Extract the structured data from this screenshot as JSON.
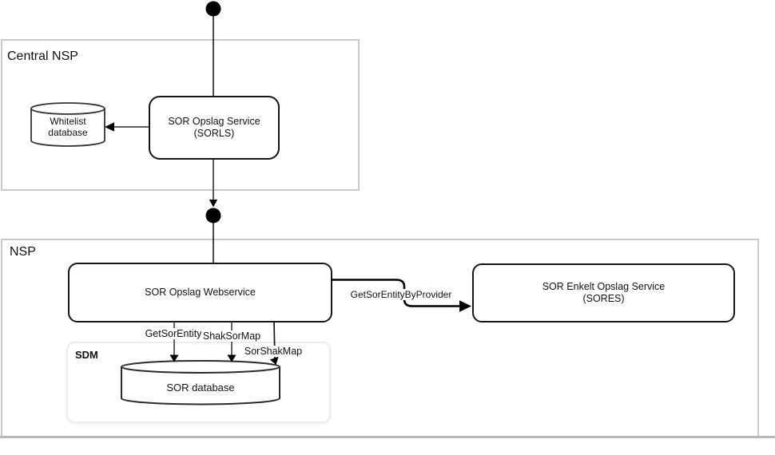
{
  "diagram": {
    "containers": {
      "central_nsp": {
        "label": "Central NSP"
      },
      "nsp": {
        "label": "NSP"
      },
      "sdm": {
        "label": "SDM"
      }
    },
    "nodes": {
      "sorls": {
        "line1": "SOR Opslag Service",
        "line2": "(SORLS)"
      },
      "webservice": {
        "label": "SOR Opslag Webservice"
      },
      "sores": {
        "line1": "SOR Enkelt Opslag Service",
        "line2": "(SORES)"
      },
      "whitelist_db": {
        "line1": "Whitelist",
        "line2": "database"
      },
      "sor_db": {
        "label": "SOR database"
      }
    },
    "edge_labels": {
      "get_sor_entity_by_provider": "GetSorEntityByProvider",
      "get_sor_entity": "GetSorEntity",
      "shak_sor_map": "ShakSorMap",
      "sor_shak_map": "SorShakMap"
    },
    "colors": {
      "background": "#ffffff",
      "container_border": "#c9c9c9",
      "bottom_edge_line": "#b9b9b9",
      "sdm_border": "#ececec",
      "node_border": "#161616",
      "connector_gray": "#4a4a4a",
      "connector_black": "#000000",
      "text": "#111111"
    }
  }
}
